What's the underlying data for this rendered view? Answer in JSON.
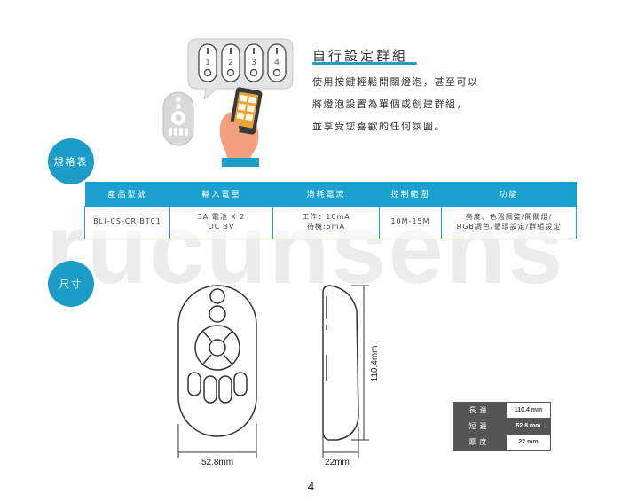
{
  "watermark": "rucunsens",
  "feature": {
    "title": "自行設定群組",
    "lines": [
      "使用按鍵輕鬆開關燈泡，甚至可以",
      "將燈泡設置為單個或創建群組，",
      "並享受您喜歡的任何氛圍。"
    ],
    "bubble_numbers": [
      "1",
      "2",
      "3",
      "4"
    ]
  },
  "sections": {
    "spec_label": "規格表",
    "size_label": "尺寸"
  },
  "spec_table": {
    "headers": [
      "產品型號",
      "輸入電壓",
      "消耗電流",
      "控制範圍",
      "功能"
    ],
    "row": {
      "model": "BLI-CS-CR-BT01",
      "voltage_line1": "3A 電池 X 2",
      "voltage_line2": "DC 3V",
      "current_line1": "工作：10mA",
      "current_line2": "待機:5mA",
      "range": "10M-15M",
      "function_line1": "亮度、色溫調整/開關燈/",
      "function_line2": "RGB調色/循環設定/群組設定"
    }
  },
  "dimensions": {
    "width_label": "52.8mm",
    "height_label": "110.4mm",
    "depth_label": "22mm",
    "rows": [
      {
        "key": "長邊",
        "value": "110.4 mm"
      },
      {
        "key": "短邊",
        "value": "52.8 mm"
      },
      {
        "key": "厚度",
        "value": "22 mm"
      }
    ]
  },
  "page_number": "4",
  "colors": {
    "accent": "#1c9dc7",
    "dark_cell": "#555555",
    "hand": "#f0a07e"
  }
}
